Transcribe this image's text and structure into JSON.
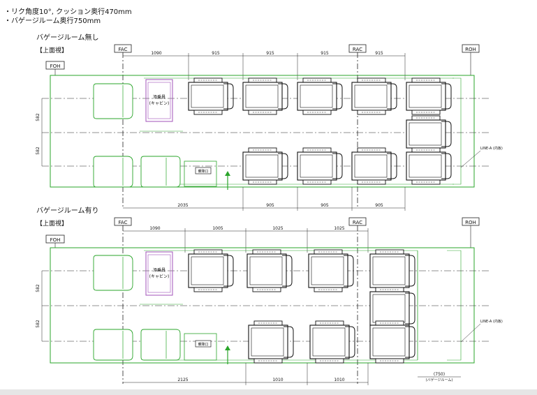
{
  "notes": [
    "・リク角度10°, クッション奥行470mm",
    "・バゲージルーム奥行750mm"
  ],
  "colors": {
    "outline": "#2aa52a",
    "seat": "#111111",
    "cabin_seat": "#a050b8",
    "bg": "#ffffff"
  },
  "top": {
    "section_title": "バゲージルーム無し",
    "view_label": "【上面視】",
    "markers": {
      "fac": "FAC",
      "rac": "RAC",
      "roh": "ROH",
      "foh": "FOH"
    },
    "top_dims": [
      "1090",
      "915",
      "915",
      "915",
      "915"
    ],
    "side_dims": [
      "582",
      "582"
    ],
    "bottom_dims": [
      "2035",
      "905",
      "905",
      "905"
    ],
    "cabin_label": [
      "添乗員",
      "(キャビン)"
    ],
    "door_label": "乗降口",
    "line_a": "LINE-A (内板)"
  },
  "bottom": {
    "section_title": "バゲージルーム有り",
    "view_label": "【上面視】",
    "markers": {
      "fac": "FAC",
      "rac": "RAC",
      "roh": "ROH",
      "foh": "FOH"
    },
    "top_dims": [
      "1090",
      "1005",
      "1025",
      "1025"
    ],
    "side_dims": [
      "582",
      "582"
    ],
    "bottom_dims": [
      "2125",
      "1010",
      "1010"
    ],
    "cabin_label": [
      "添乗員",
      "(キャビン)"
    ],
    "door_label": "乗降口",
    "line_a": "LINE-A (内板)",
    "baggage_dim": "(750)",
    "baggage_label": "(バゲージルーム)"
  }
}
